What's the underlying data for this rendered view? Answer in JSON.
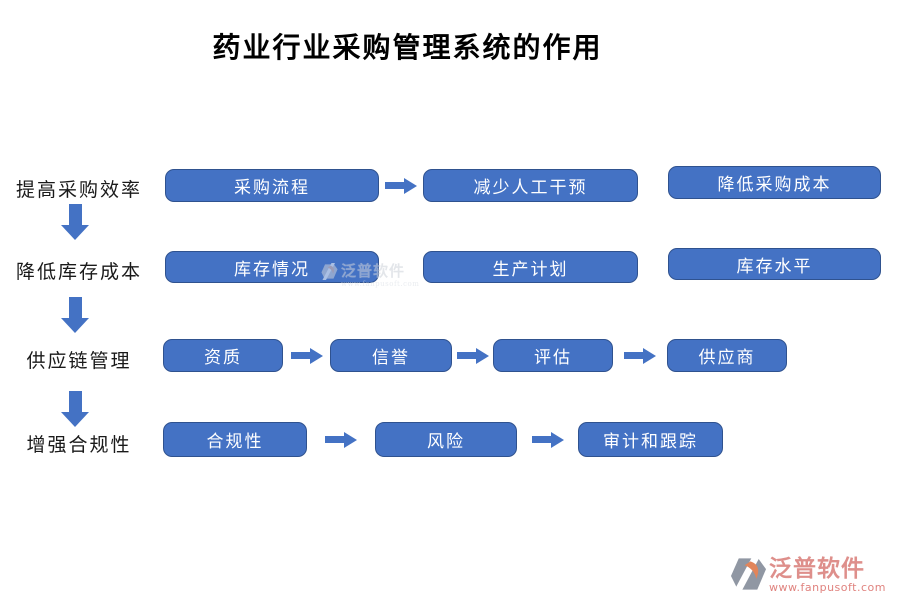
{
  "title": "药业行业采购管理系统的作用",
  "rows": [
    {
      "label": "提高采购效率",
      "items": [
        {
          "text": "采购流程",
          "arrow_to_next": true
        },
        {
          "text": "减少人工干预",
          "arrow_to_next": false
        },
        {
          "text": "降低采购成本"
        }
      ]
    },
    {
      "label": "降低库存成本",
      "items": [
        {
          "text": "库存情况",
          "arrow_to_next": false
        },
        {
          "text": "生产计划",
          "arrow_to_next": false
        },
        {
          "text": "库存水平"
        }
      ]
    },
    {
      "label": "供应链管理",
      "items": [
        {
          "text": "资质",
          "arrow_to_next": true
        },
        {
          "text": "信誉",
          "arrow_to_next": true
        },
        {
          "text": "评估",
          "arrow_to_next": true
        },
        {
          "text": "供应商"
        }
      ]
    },
    {
      "label": "增强合规性",
      "items": [
        {
          "text": "合规性",
          "arrow_to_next": true
        },
        {
          "text": "风险",
          "arrow_to_next": true
        },
        {
          "text": "审计和跟踪"
        }
      ]
    }
  ],
  "watermark": {
    "name": "泛普软件",
    "url": "www.fanpusoft.com"
  },
  "brand": {
    "name": "泛普软件",
    "url": "www.fanpusoft.com"
  },
  "colors": {
    "box_fill": "#4472C4",
    "box_border": "#2F528F",
    "arrow": "#4472C4",
    "box_text": "#FFFFFF",
    "label_text": "#1A1A1A",
    "brand_pink": "#DE8F8B",
    "brand_orange_text": "#E0837F",
    "logo_gray": "#9097A3",
    "logo_orange": "#E2855A"
  }
}
